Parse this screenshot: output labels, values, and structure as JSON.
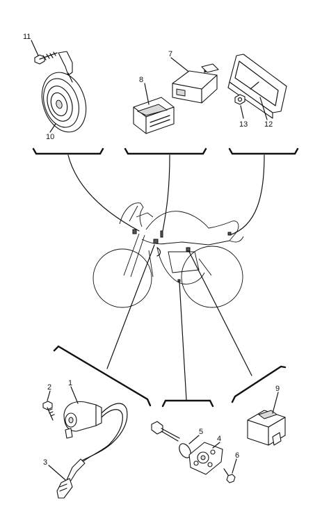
{
  "diagram": {
    "callouts": [
      {
        "id": "c11",
        "label": "11"
      },
      {
        "id": "c10",
        "label": "10"
      },
      {
        "id": "c7",
        "label": "7"
      },
      {
        "id": "c8",
        "label": "8"
      },
      {
        "id": "c13",
        "label": "13"
      },
      {
        "id": "c12",
        "label": "12"
      },
      {
        "id": "c1",
        "label": "1"
      },
      {
        "id": "c2",
        "label": "2"
      },
      {
        "id": "c3",
        "label": "3"
      },
      {
        "id": "c4",
        "label": "4"
      },
      {
        "id": "c5",
        "label": "5"
      },
      {
        "id": "c6",
        "label": "6"
      },
      {
        "id": "c9",
        "label": "9"
      }
    ]
  }
}
